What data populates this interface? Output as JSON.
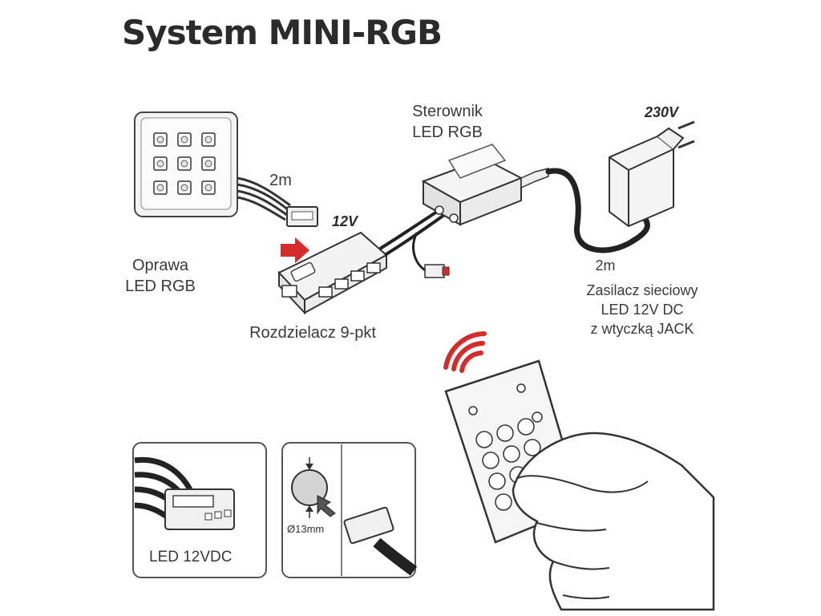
{
  "title": "System MINI-RGB",
  "fixture": {
    "name_line1": "Oprawa",
    "name_line2": "LED RGB",
    "cable_length": "2m"
  },
  "splitter": {
    "name": "Rozdzielacz 9-pkt",
    "voltage": "12V"
  },
  "controller": {
    "name_line1": "Sterownik",
    "name_line2": "LED RGB"
  },
  "power_supply": {
    "mains_voltage": "230V",
    "cable_length": "2m",
    "name_line1": "Zasilacz sieciowy",
    "name_line2": "LED 12V DC",
    "name_line3": "z wtyczką JACK"
  },
  "detail_connector": {
    "label": "LED 12VDC"
  },
  "detail_hole": {
    "diameter_label": "Ø13mm"
  },
  "colors": {
    "accent_red": "#d42b2b",
    "line": "#333333",
    "light_gray": "#e6e6e6"
  },
  "icons": [
    "led-fixture-icon",
    "splitter-icon",
    "controller-icon",
    "power-adapter-icon",
    "remote-control-icon",
    "hand-icon",
    "signal-waves-icon",
    "connector-icon"
  ]
}
